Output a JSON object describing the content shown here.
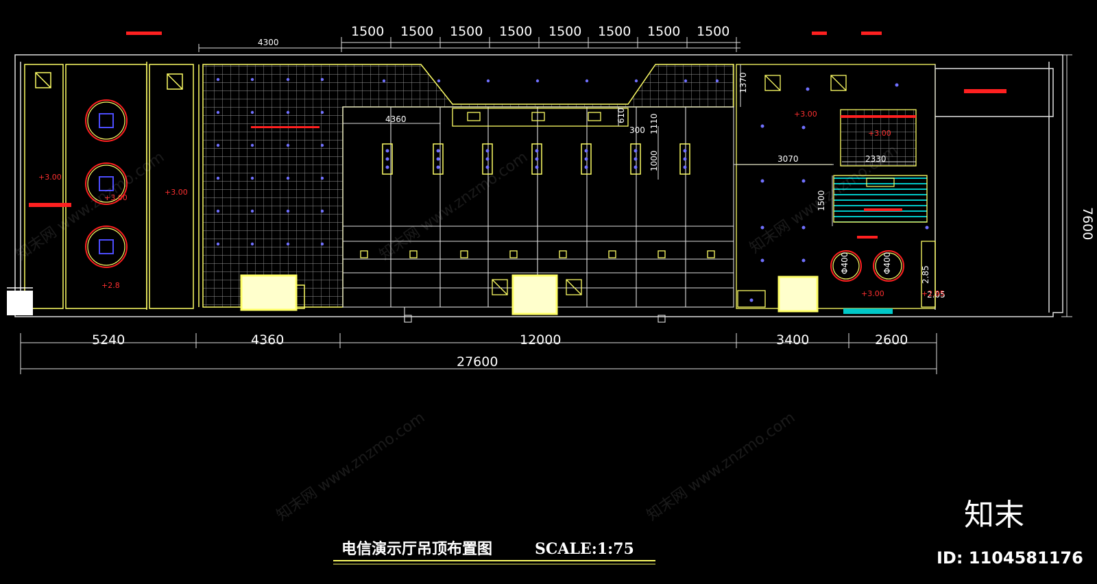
{
  "drawing": {
    "title": "电信演示厅吊顶布置图",
    "scale": "SCALE:1:75",
    "top_dims": {
      "left": "4300",
      "repeat": [
        "1500",
        "1500",
        "1500",
        "1500",
        "1500",
        "1500",
        "1500",
        "1500"
      ]
    },
    "bottom_dims": [
      "5240",
      "4360",
      "12000",
      "3400",
      "2600"
    ],
    "total_dim": "27600",
    "right_dim": "7600",
    "inner_dims": {
      "d4360": "4360",
      "d1370": "1370",
      "d610": "610",
      "d300": "300",
      "d1110": "1110",
      "d1000": "1000",
      "d3070": "3070",
      "d2330": "2330",
      "d1500": "1500",
      "d2400a": "Φ400",
      "d2400b": "Φ400",
      "d285": "2.85",
      "d205": "2.05"
    },
    "levels": [
      "+3.00",
      "+3.00",
      "+3.00",
      "+3.00",
      "+3.00",
      "+2.8",
      "+3.00",
      "+2.95"
    ]
  },
  "watermark": {
    "texts": [
      "知末网 www.znzmo.com"
    ],
    "brand": "知末",
    "id_label": "ID: 1104581176"
  },
  "colors": {
    "background": "#000000",
    "wall": "#ffff66",
    "ceiling_grid": "#9a9a9a",
    "dimension": "#ffffff",
    "level_mark": "#ff2020",
    "light": "#7070ff",
    "accent_cyan": "#00c8c8"
  }
}
